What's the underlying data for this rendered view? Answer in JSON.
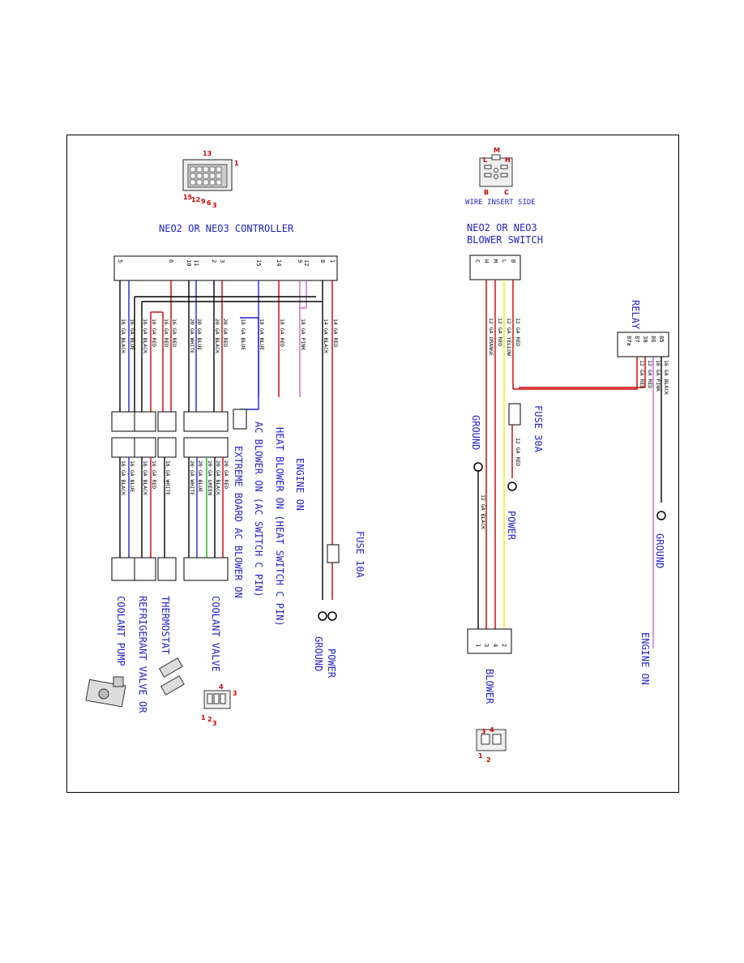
{
  "controller": {
    "title": "NEO2 OR NEO3 CONTROLLER",
    "pins_header": [
      "5",
      "6",
      "10",
      "11",
      "2",
      "3",
      "15",
      "14",
      "9",
      "12",
      "8",
      "1"
    ],
    "connector_numbers": [
      "13",
      "1",
      "15",
      "12",
      "9",
      "6",
      "3"
    ]
  },
  "controller_wires": [
    "16 GA BLACK",
    "16 GA BLUE",
    "16 GA BLACK",
    "16 GA RED",
    "16 GA RED",
    "20 GA WHITE",
    "20 GA BLUE",
    "20 GA BLACK",
    "20 GA RED",
    "18 GA BLUE",
    "18 GA BLUE",
    "18 GA RED",
    "18 GA PINK",
    "14 GA BLACK",
    "14 GA RED"
  ],
  "lower_wires": [
    "16 GA BLACK",
    "16 GA BLUE",
    "16 GA BLACK",
    "16 GA RED",
    "16 GA WHITE",
    "20 GA WHITE",
    "20 GA BLUE",
    "20 GA GREEN",
    "20 GA BLACK",
    "20 GA RED"
  ],
  "labels": {
    "coolant_pump": "COOLANT PUMP",
    "refrigerant_valve": "REFRIGERANT VALVE OR",
    "thermostat": "THERMOSTAT",
    "coolant_valve": "COOLANT VALVE",
    "extreme_board": "EXTREME BOARD AC BLOWER ON",
    "ac_blower": "AC BLOWER ON (AC SWITCH C PIN)",
    "heat_blower": "HEAT BLOWER ON (HEAT SWITCH C PIN)",
    "engine_on_left": "ENGINE ON",
    "fuse_10a": "FUSE 10A",
    "ground_left": "GROUND",
    "power_left": "POWER"
  },
  "blower_switch": {
    "title_line1": "NEO2 OR NEO3",
    "title_line2": "BLOWER SWITCH",
    "wire_insert": "WIRE INSERT SIDE",
    "insert_letters": [
      "M",
      "L",
      "H",
      "B",
      "C"
    ],
    "pins": [
      "C",
      "H",
      "M",
      "L",
      "B"
    ],
    "wires": [
      "12 GA ORANGE",
      "12 GA RED",
      "12 GA YELLOW",
      "12 GA RED"
    ]
  },
  "relay": {
    "title": "RELAY",
    "pins": [
      "87a",
      "87",
      "30",
      "86",
      "85"
    ],
    "wires": [
      "12 GA RED",
      "12 GA RED",
      "16 GA PINK",
      "16 GA BLACK"
    ]
  },
  "right_labels": {
    "fuse_30a": "FUSE 30A",
    "fuse_wire": "12 GA RED",
    "ground_top": "GROUND",
    "ground_wire": "12 GA BLACK",
    "power": "POWER",
    "ground_right": "GROUND",
    "engine_on": "ENGINE ON",
    "blower": "BLOWER",
    "blower_pins": [
      "1",
      "3",
      "4",
      "2"
    ],
    "blower_conn_numbers": [
      "3",
      "4",
      "1",
      "2"
    ]
  }
}
